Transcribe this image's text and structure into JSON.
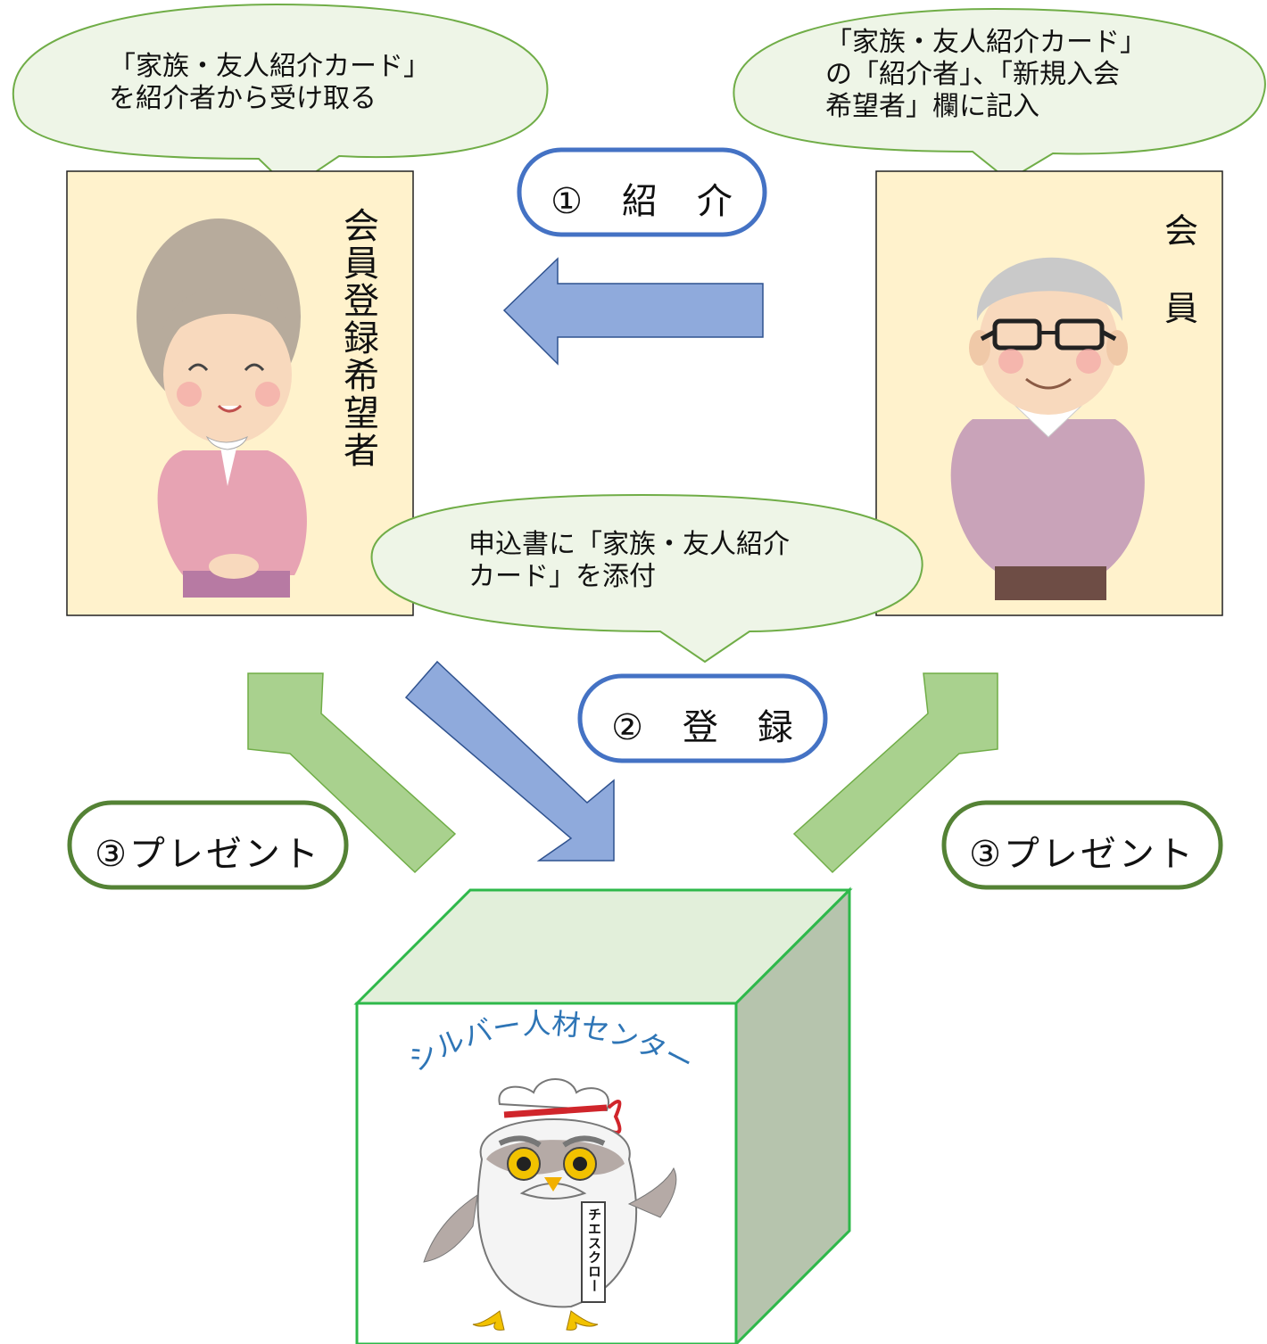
{
  "bubbles": {
    "candidate_receives": "「家族・友人紹介カード」\nを紹介者から受け取る",
    "member_fills": "「家族・友人紹介カード」\nの「紹介者」、「新規入会\n希望者」欄に記入",
    "attach": "申込書に「家族・友人紹介\nカード」を添付"
  },
  "labels": {
    "candidate": "会員登録希望者",
    "member_line1": "会",
    "member_line2": "員"
  },
  "steps": {
    "step1": "①　紹　介",
    "step2": "②　登　録",
    "step3_left": "③プレゼント",
    "step3_right": "③プレゼント"
  },
  "center": {
    "name": "シルバー人材センター",
    "mascot_badge": "チエスクロー"
  },
  "colors": {
    "bubble_fill": "#eef5e7",
    "bubble_stroke": "#70ad47",
    "card_fill": "#fff2cc",
    "pill_blue": "#4472c4",
    "pill_green": "#548235",
    "arrow_blue": "#8faadc",
    "arrow_green": "#a9d18e",
    "box_front": "#ffffff",
    "box_top": "#e2efda",
    "box_side": "#b6c4ad",
    "box_stroke": "#2eb84a",
    "logo_blue": "#2e75b6"
  }
}
